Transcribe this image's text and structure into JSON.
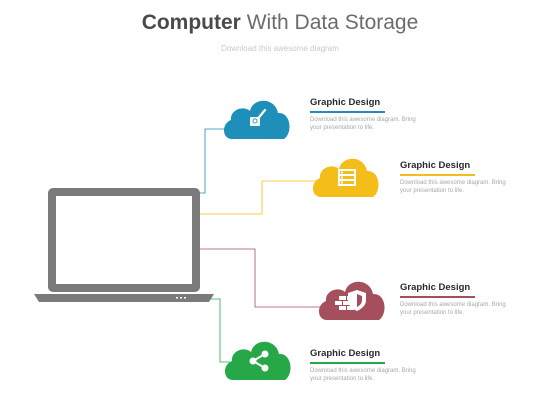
{
  "title": {
    "bold": "Computer",
    "rest": "With Data Storage"
  },
  "subtitle": "Download this awesome diagram",
  "clouds": [
    {
      "heading": "Graphic Design",
      "desc1": "Download this awesome diagram. Bring",
      "desc2": "your presentation to life.",
      "color": "#1e8fb8",
      "icon": "paint-brush-icon"
    },
    {
      "heading": "Graphic Design",
      "desc1": "Download this awesome diagram. Bring",
      "desc2": "your presentation to life.",
      "color": "#f5bd19",
      "icon": "server-icon"
    },
    {
      "heading": "Graphic Design",
      "desc1": "Download this awesome diagram. Bring",
      "desc2": "your presentation to life.",
      "color": "#a64f5c",
      "icon": "firewall-shield-icon"
    },
    {
      "heading": "Graphic Design",
      "desc1": "Download this awesome diagram. Bring",
      "desc2": "your presentation to life.",
      "color": "#26a849",
      "icon": "share-icon"
    }
  ],
  "laptop_color": "#7a7a7a"
}
